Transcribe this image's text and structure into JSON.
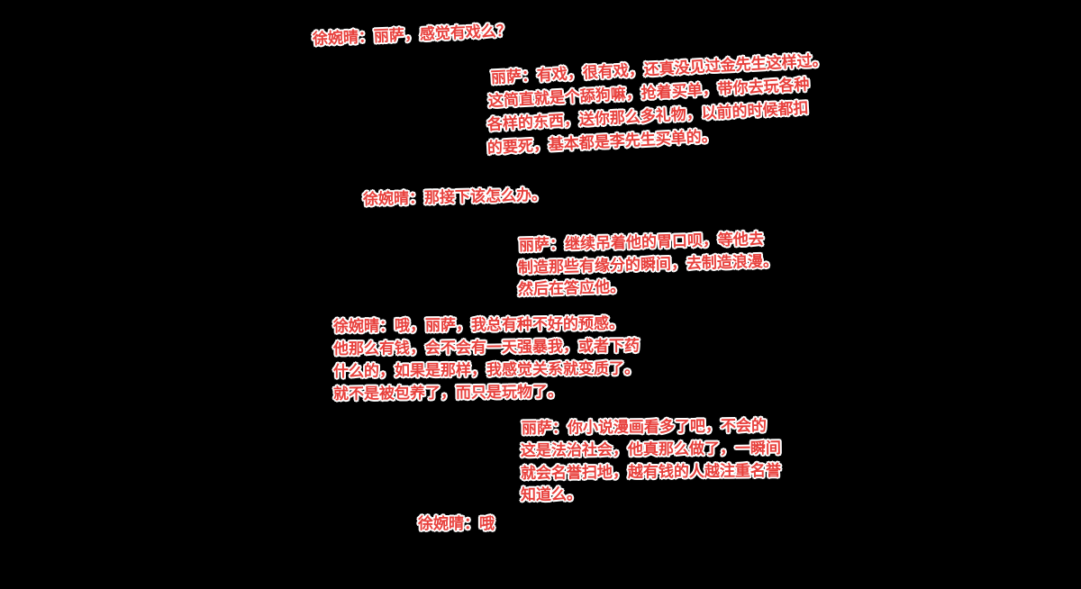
{
  "dialogue": [
    {
      "speaker": "xu",
      "lines": [
        "徐婉晴：丽萨，感觉有戏么？"
      ]
    },
    {
      "speaker": "lisa",
      "lines": [
        "丽萨：有戏，很有戏，还真没见过金先生这样过。",
        "这简直就是个舔狗嘛，抢着买单，带你去玩各种",
        "各样的东西，送你那么多礼物，以前的时候都扣",
        "的要死，基本都是李先生买单的。"
      ]
    },
    {
      "speaker": "xu",
      "lines": [
        "徐婉晴：那接下该怎么办。"
      ]
    },
    {
      "speaker": "lisa",
      "lines": [
        "丽萨：继续吊着他的胃口呗，等他去",
        "制造那些有缘分的瞬间，去制造浪漫。",
        "然后在答应他。"
      ]
    },
    {
      "speaker": "xu",
      "lines": [
        "徐婉晴：哦，丽萨，我总有种不好的预感。",
        "他那么有钱，会不会有一天强暴我，或者下药",
        "什么的，如果是那样，我感觉关系就变质了。",
        "就不是被包养了，而只是玩物了。"
      ]
    },
    {
      "speaker": "lisa",
      "lines": [
        "丽萨：你小说漫画看多了吧，不会的",
        "这是法治社会，他真那么做了，一瞬间",
        "就会名誉扫地，越有钱的人越注重名誉",
        "知道么。"
      ]
    },
    {
      "speaker": "xu",
      "lines": [
        "徐婉晴：哦"
      ]
    }
  ]
}
